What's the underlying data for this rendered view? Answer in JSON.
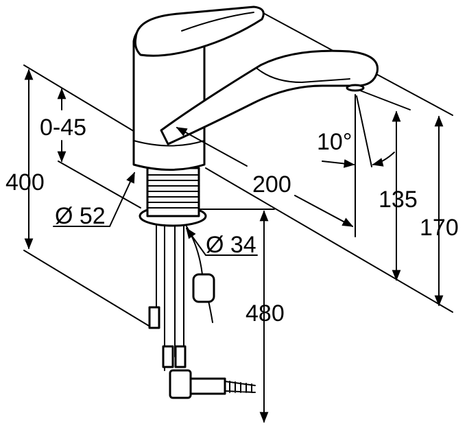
{
  "dimensions": {
    "swivel_range": "0-45",
    "max_height": "400",
    "body_diameter": "Ø 52",
    "shank_diameter": "Ø 34",
    "spout_angle": "10°",
    "spout_reach": "200",
    "spout_outlet_height": "135",
    "total_height": "170",
    "hose_length": "480"
  }
}
